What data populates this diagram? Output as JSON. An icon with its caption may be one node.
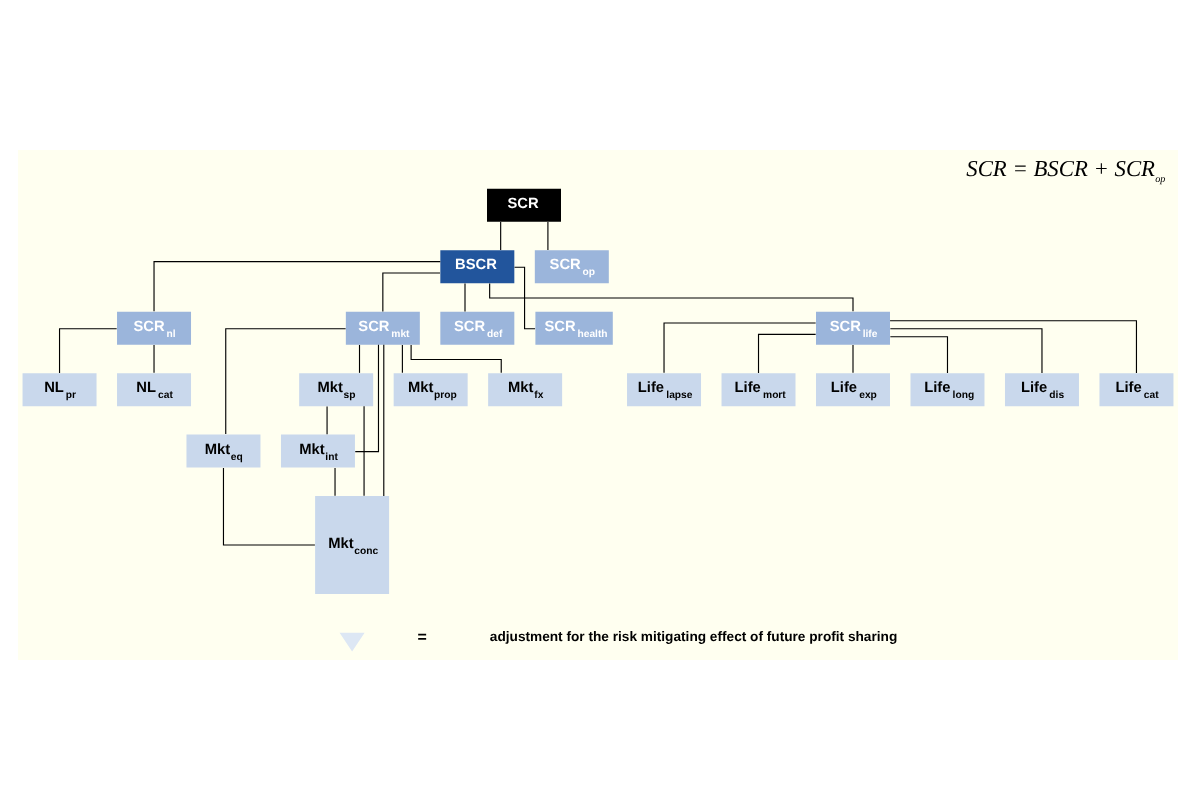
{
  "diagram": {
    "title": "SCR = BSCR + SCR$_{op}$",
    "nodes": [
      {
        "text": [
          "SCR"
        ]
      },
      {
        "text": [
          "BSCR"
        ]
      },
      {
        "text": [
          "SCR$_{op}$"
        ]
      },
      {
        "text": [
          "SCR$_{nl}$"
        ]
      },
      {
        "text": [
          "SCR$_{mkt}$"
        ]
      },
      {
        "text": [
          "SCR$_{def}$"
        ]
      },
      {
        "text": [
          "SCR$_{health}$"
        ]
      },
      {
        "text": [
          "SCR$_{life}$"
        ]
      },
      {
        "text": [
          "NL$_{pr}$"
        ]
      },
      {
        "text": [
          "NL$_{cat}$"
        ]
      },
      {
        "text": [
          "Mkt$_{eq}$"
        ]
      },
      {
        "text": [
          "Mkt$_{sp}$"
        ]
      },
      {
        "text": [
          "Mkt$_{int}$"
        ]
      },
      {
        "text": [
          "Mkt$_{prop}$"
        ]
      },
      {
        "text": [
          "Mkt$_{fx}$"
        ]
      },
      {
        "text": [
          "Mkt$_{conc}$"
        ]
      },
      {
        "text": [
          "Life$_{lapse}$"
        ]
      },
      {
        "text": [
          "Life$_{mort}$"
        ]
      },
      {
        "text": [
          "Life$_{exp}$"
        ]
      },
      {
        "text": [
          "Life$_{long}$"
        ]
      },
      {
        "text": [
          "Life$_{dis}$"
        ]
      },
      {
        "text": [
          "Life$_{cat}$"
        ]
      }
    ],
    "edges": [
      {
        "from": 0,
        "to": 1,
        "arrow": "none"
      },
      {
        "from": 0,
        "to": 2,
        "arrow": "none"
      },
      {
        "from": 1,
        "to": 3,
        "arrow": "none"
      },
      {
        "from": 1,
        "to": 4,
        "arrow": "none"
      },
      {
        "from": 1,
        "to": 5,
        "arrow": "none"
      },
      {
        "from": 1,
        "to": 6,
        "arrow": "none"
      },
      {
        "from": 1,
        "to": 7,
        "arrow": "none"
      },
      {
        "from": 3,
        "to": 8,
        "arrow": "none"
      },
      {
        "from": 3,
        "to": 9,
        "arrow": "none"
      },
      {
        "from": 4,
        "to": 10,
        "arrow": "none"
      },
      {
        "from": 4,
        "to": 11,
        "arrow": "none"
      },
      {
        "from": 4,
        "to": 12,
        "arrow": "none"
      },
      {
        "from": 4,
        "to": 13,
        "arrow": "none"
      },
      {
        "from": 4,
        "to": 14,
        "arrow": "none"
      },
      {
        "from": 4,
        "to": 15,
        "arrow": "none"
      },
      {
        "from": 10,
        "to": 15,
        "arrow": "none"
      },
      {
        "from": 11,
        "to": 15,
        "arrow": "none"
      },
      {
        "from": 12,
        "to": 15,
        "arrow": "none"
      },
      {
        "from": 11,
        "to": 12,
        "arrow": "none"
      },
      {
        "from": 7,
        "to": 16,
        "arrow": "none"
      },
      {
        "from": 7,
        "to": 17,
        "arrow": "none"
      },
      {
        "from": 7,
        "to": 18,
        "arrow": "none"
      },
      {
        "from": 7,
        "to": 19,
        "arrow": "none"
      },
      {
        "from": 7,
        "to": 20,
        "arrow": "none"
      },
      {
        "from": 7,
        "to": 21,
        "arrow": "none"
      }
    ],
    "labels": [
      "="
    ],
    "legend": [
      {
        "text": "adjustment for the risk mitigating effect of future profit sharing"
      }
    ]
  }
}
